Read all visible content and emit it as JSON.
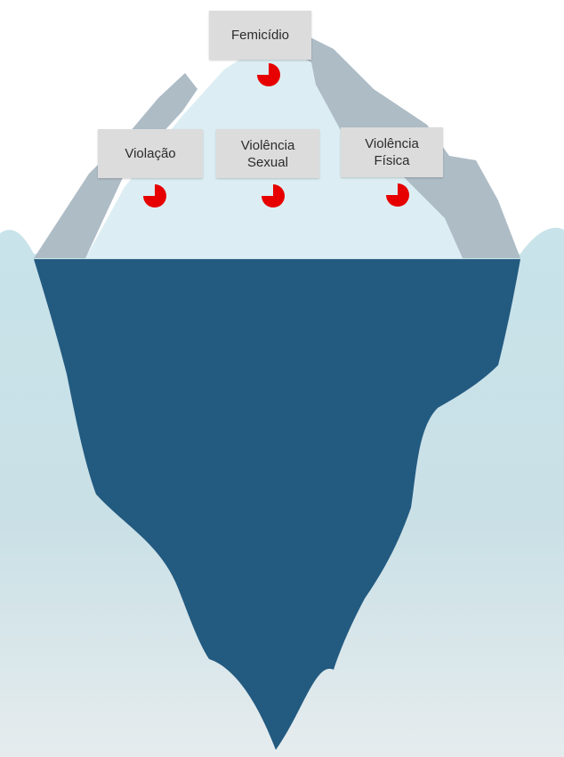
{
  "colors": {
    "sky": "#ffffff",
    "water_top": "#c8e3ea",
    "water_bottom": "#e8eef0",
    "ice_light": "#dceef3",
    "ice_shadow": "#aebcc6",
    "iceberg_underwater": "#235a80",
    "label_card": "#dcdcdc",
    "label_text": "#2b2b2b",
    "marker": "#e60000"
  },
  "labels": {
    "femicidio": {
      "lines": [
        "Femicídio"
      ]
    },
    "violacao": {
      "lines": [
        "Violação"
      ]
    },
    "violencia_sexual": {
      "lines": [
        "Violência",
        "Sexual"
      ]
    },
    "violencia_fisica": {
      "lines": [
        "Violência",
        "Física"
      ]
    }
  },
  "marker_icon": "red-pie-marker-icon"
}
